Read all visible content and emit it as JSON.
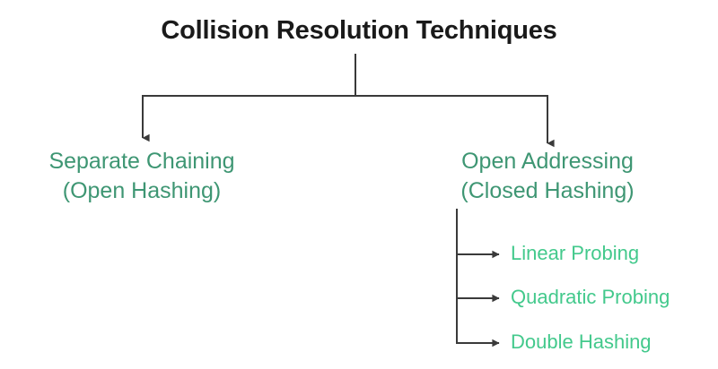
{
  "diagram": {
    "title": "Collision Resolution Techniques",
    "background_color": "#ffffff",
    "title_color": "#1a1a1a",
    "connector_color": "#3a3a3a",
    "branch_text_color": "#3E9673",
    "leaf_text_color": "#43C98C",
    "branches": [
      {
        "line1": "Separate Chaining",
        "line2": "(Open Hashing)"
      },
      {
        "line1": "Open Addressing",
        "line2": "(Closed Hashing)"
      }
    ],
    "leaves": [
      {
        "label": "Linear Probing"
      },
      {
        "label": "Quadratic Probing"
      },
      {
        "label": "Double Hashing"
      }
    ]
  }
}
